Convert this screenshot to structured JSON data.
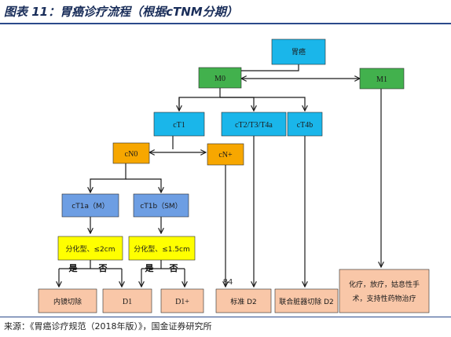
{
  "title": "图表 11：胃癌诊疗流程（根据cTNM分期）",
  "source": "来源：《胃癌诊疗规范（2018年版）》，国金证券研究所",
  "colors": {
    "cyan": "#1ab6ea",
    "green": "#42b14d",
    "blue": "#6d9ee3",
    "orange": "#f7a700",
    "yellow": "#ffff00",
    "salmon": "#f9c7a8",
    "line": "#1a1a1a"
  },
  "nodes": {
    "root": "胃癌",
    "m0": "M0",
    "m1": "M1",
    "ct1": "cT1",
    "ct2": "cT2/T3/T4a",
    "ct4b": "cT4b",
    "cn0": "cN0",
    "cnplus": "cN+",
    "ct1a": "cT1a（M）",
    "ct1b": "cT1b（SM）",
    "diff1": "分化型、≤2cm",
    "diff2": "分化型、≤1.5cm",
    "endo": "内镜切除",
    "d1a": "D1",
    "d1plus": "D1+",
    "std_d2": "标准 D2",
    "combined_d2": "联合脏器切除 D2",
    "chemo_line1": "化疗，放疗，姑息性手",
    "chemo_line2": "术，支持性药物治疗"
  },
  "branches": {
    "yes1": "是",
    "no1": "否",
    "yes2": "是",
    "no2": "否"
  },
  "page_number": "84"
}
